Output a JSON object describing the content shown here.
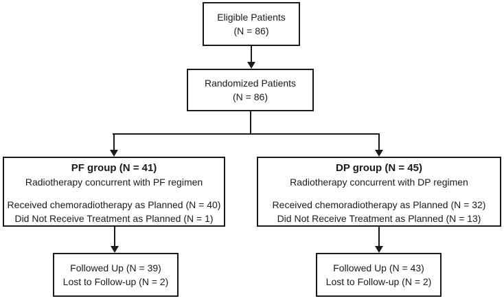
{
  "diagram": {
    "kind": "clinical-trial-flowchart",
    "boxes": {
      "eligible": {
        "line1": "Eligible Patients",
        "line2": "(N = 86)"
      },
      "randomized": {
        "line1": "Randomized Patients",
        "line2": "(N = 86)"
      },
      "pf_group": {
        "title": "PF group (N = 41)",
        "subtitle": "Radiotherapy concurrent with PF regimen",
        "received": "Received chemoradiotherapy as Planned (N = 40)",
        "not_received": "Did Not Receive Treatment as Planned (N = 1)"
      },
      "dp_group": {
        "title": "DP group (N = 45)",
        "subtitle": "Radiotherapy concurrent with DP regimen",
        "received": "Received chemoradiotherapy as Planned (N = 32)",
        "not_received": "Did Not Receive Treatment as Planned (N = 13)"
      },
      "pf_followup": {
        "line1": "Followed Up (N = 39)",
        "line2": "Lost to Follow-up (N = 2)"
      },
      "dp_followup": {
        "line1": "Followed Up (N = 43)",
        "line2": "Lost to Follow-up (N = 2)"
      }
    },
    "colors": {
      "line": "#1a1a1a",
      "box_border": "#1a1a1a",
      "background": "#ffffff",
      "text": "#1a1a1a"
    }
  }
}
